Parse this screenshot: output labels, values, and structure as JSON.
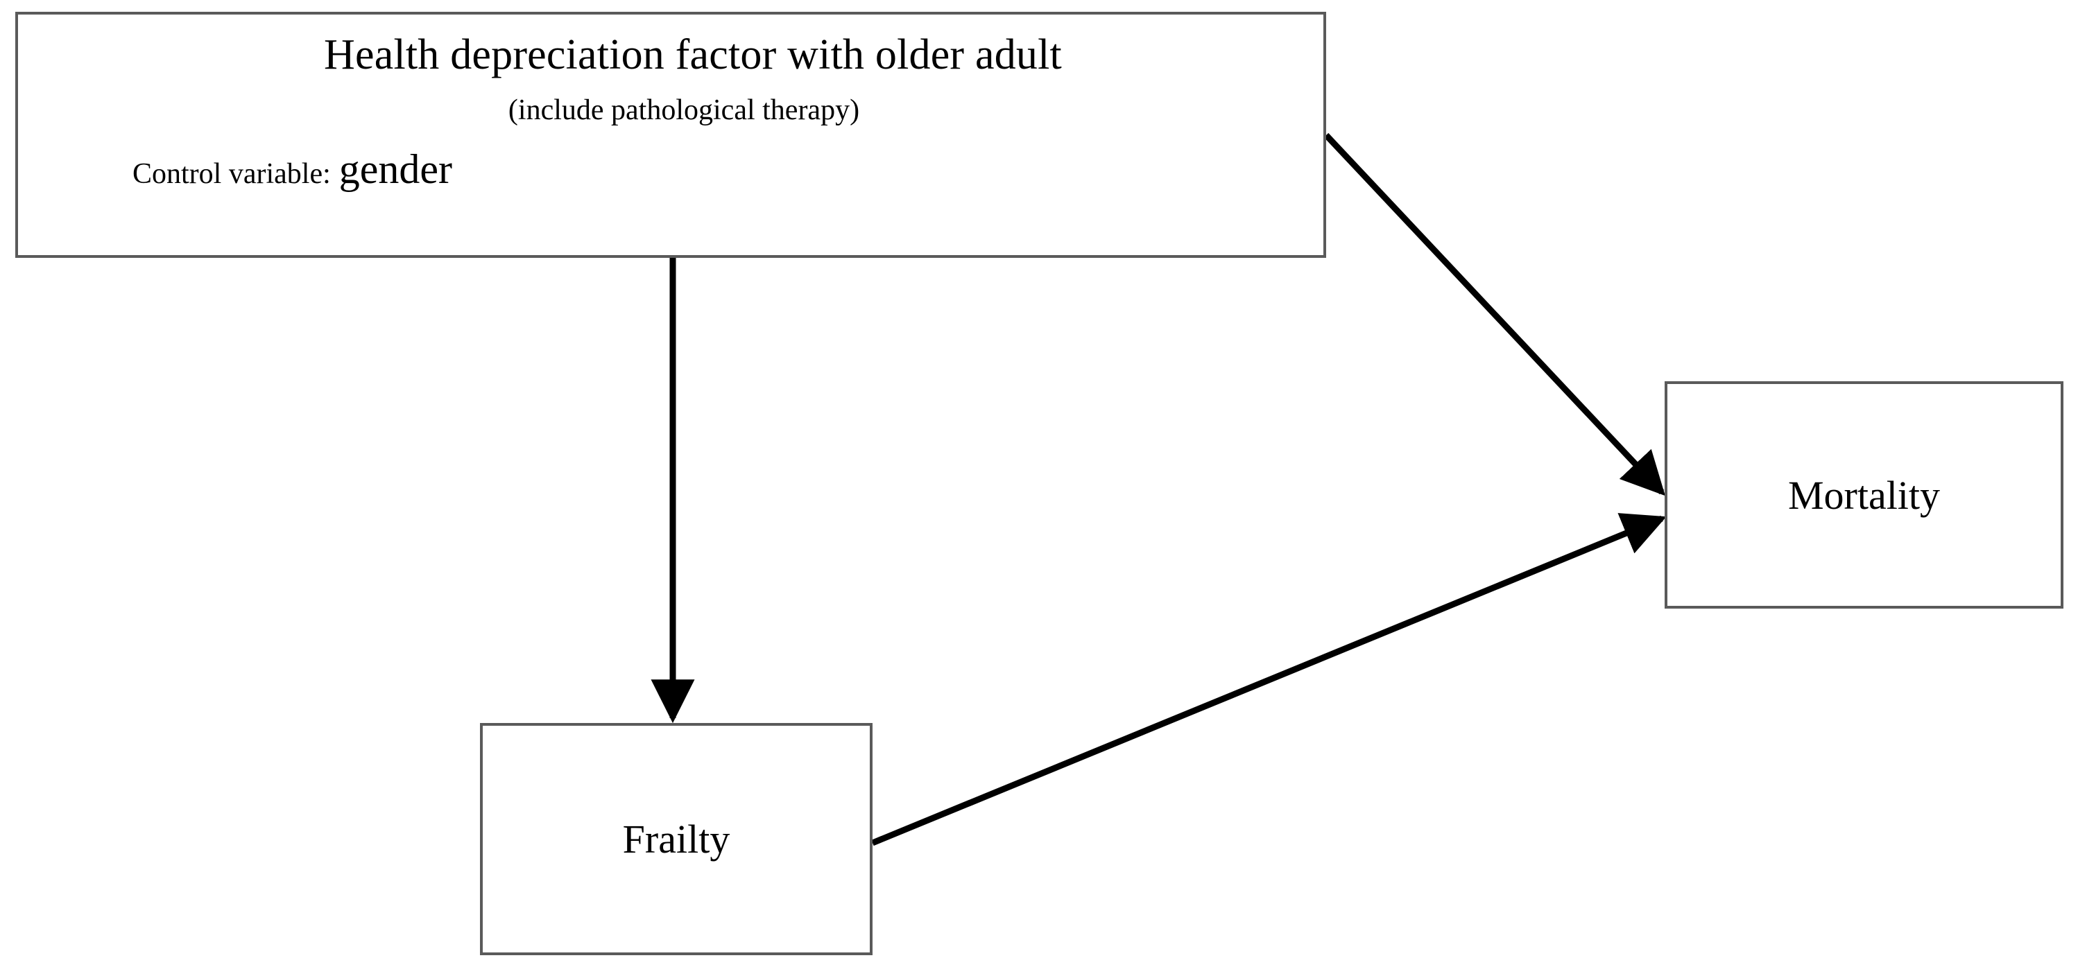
{
  "diagram": {
    "type": "conceptual-path-diagram",
    "background_color": "#ffffff",
    "box_border_color": "#5a5a5a",
    "edge_color": "#000000",
    "nodes": [
      {
        "id": "health",
        "line1": "Health depreciation factor with older adult",
        "line2": "(include pathological therapy)",
        "control_label": "Control variable:",
        "control_value": "gender"
      },
      {
        "id": "frailty",
        "label": "Frailty"
      },
      {
        "id": "mortality",
        "label": "Mortality"
      }
    ],
    "edges": [
      {
        "id": "health-to-frailty",
        "from": "health",
        "to": "frailty",
        "style": "solid-arrow",
        "direction": "down"
      },
      {
        "id": "health-to-mortality",
        "from": "health",
        "to": "mortality",
        "style": "solid-arrow",
        "direction": "down-right"
      },
      {
        "id": "frailty-to-mortality",
        "from": "frailty",
        "to": "mortality",
        "style": "solid-arrow",
        "direction": "up-right"
      }
    ]
  }
}
